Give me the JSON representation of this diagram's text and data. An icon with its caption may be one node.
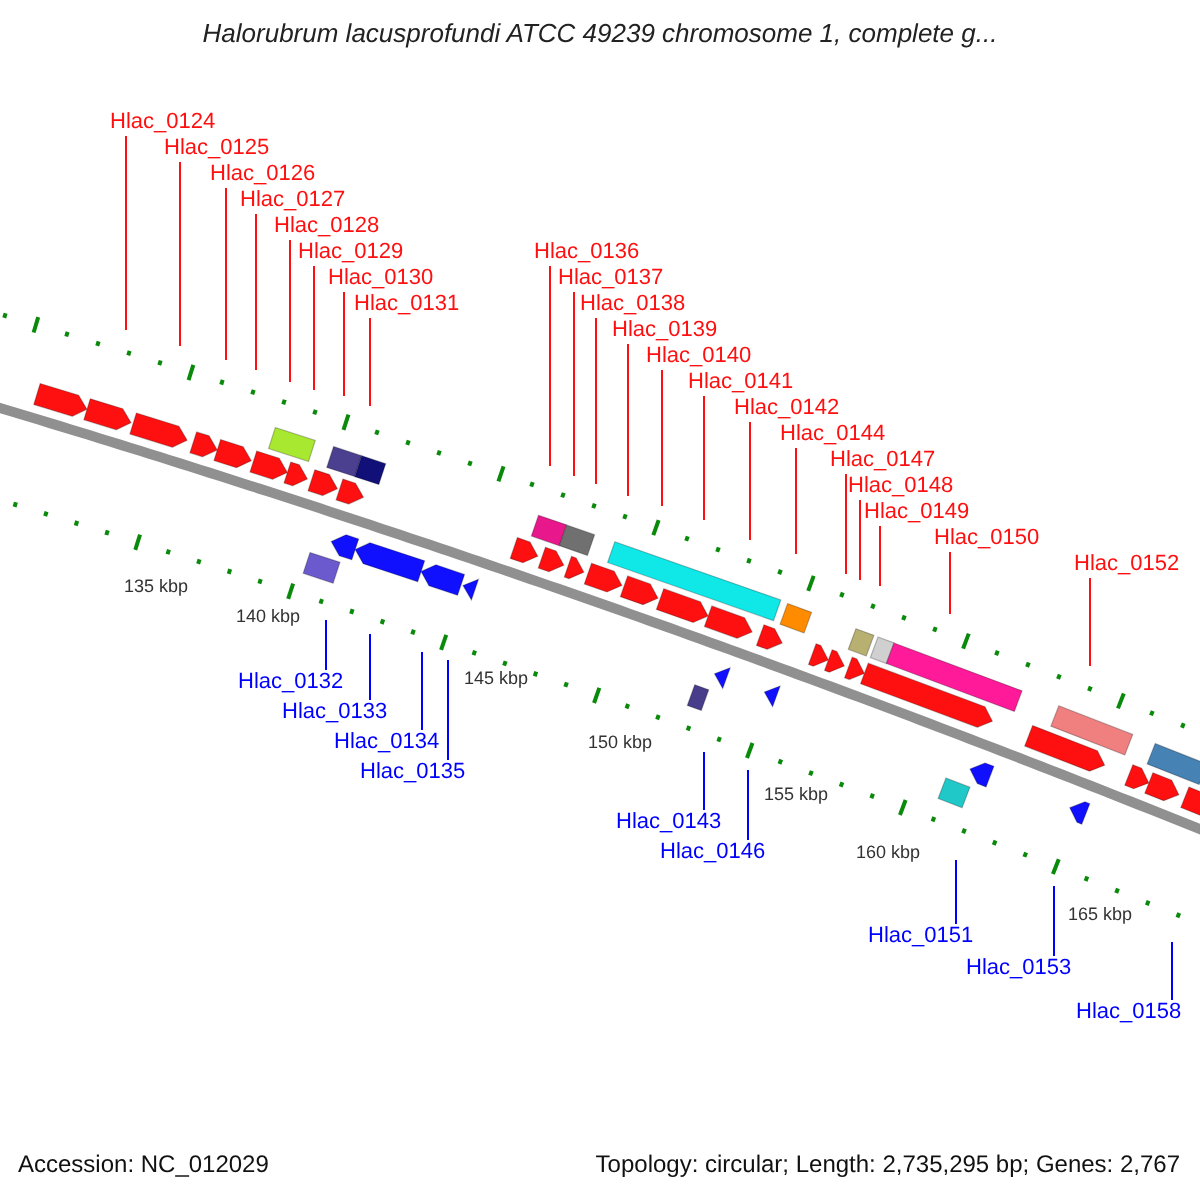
{
  "diagram": {
    "title": "Halorubrum lacusprofundi ATCC 49239 chromosome 1, complete g...",
    "nodes": [
      {
        "text": [
          "Hlac_0124"
        ]
      },
      {
        "text": [
          "Hlac_0125"
        ]
      },
      {
        "text": [
          "Hlac_0126"
        ]
      },
      {
        "text": [
          "Hlac_0127"
        ]
      },
      {
        "text": [
          "Hlac_0128"
        ]
      },
      {
        "text": [
          "Hlac_0129"
        ]
      },
      {
        "text": [
          "Hlac_0130"
        ]
      },
      {
        "text": [
          "Hlac_0131"
        ]
      },
      {
        "text": [
          "Hlac_0132"
        ]
      },
      {
        "text": [
          "Hlac_0133"
        ]
      },
      {
        "text": [
          "Hlac_0134"
        ]
      },
      {
        "text": [
          "Hlac_0135"
        ]
      },
      {
        "text": [
          "Hlac_0136"
        ]
      },
      {
        "text": [
          "Hlac_0137"
        ]
      },
      {
        "text": [
          "Hlac_0138"
        ]
      },
      {
        "text": [
          "Hlac_0139"
        ]
      },
      {
        "text": [
          "Hlac_0140"
        ]
      },
      {
        "text": [
          "Hlac_0141"
        ]
      },
      {
        "text": [
          "Hlac_0142"
        ]
      },
      {
        "text": [
          "Hlac_0143"
        ]
      },
      {
        "text": [
          "Hlac_0144"
        ]
      },
      {
        "text": [
          "Hlac_0146"
        ]
      },
      {
        "text": [
          "Hlac_0147"
        ]
      },
      {
        "text": [
          "Hlac_0148"
        ]
      },
      {
        "text": [
          "Hlac_0149"
        ]
      },
      {
        "text": [
          "Hlac_0150"
        ]
      },
      {
        "text": [
          "Hlac_0151"
        ]
      },
      {
        "text": [
          "Hlac_0152"
        ]
      },
      {
        "text": [
          "Hlac_0153"
        ]
      },
      {
        "text": [
          "Hlac_0158"
        ]
      }
    ],
    "edges": [
      {
        "from": 0,
        "to": null,
        "arrow": "none"
      },
      {
        "from": 1,
        "to": null,
        "arrow": "none"
      },
      {
        "from": 2,
        "to": null,
        "arrow": "none"
      },
      {
        "from": 3,
        "to": null,
        "arrow": "none"
      },
      {
        "from": 4,
        "to": null,
        "arrow": "none"
      },
      {
        "from": 5,
        "to": null,
        "arrow": "none"
      },
      {
        "from": 6,
        "to": null,
        "arrow": "none"
      },
      {
        "from": 7,
        "to": null,
        "arrow": "none"
      },
      {
        "from": 8,
        "to": null,
        "arrow": "none",
        "color": "#0000ff"
      },
      {
        "from": 9,
        "to": null,
        "arrow": "none",
        "color": "#0000ff"
      },
      {
        "from": 10,
        "to": null,
        "arrow": "none",
        "color": "#0000ff"
      },
      {
        "from": 11,
        "to": null,
        "arrow": "none",
        "color": "#0000ff"
      },
      {
        "from": 12,
        "to": null,
        "arrow": "none"
      },
      {
        "from": 13,
        "to": null,
        "arrow": "none"
      },
      {
        "from": 14,
        "to": null,
        "arrow": "none"
      },
      {
        "from": 15,
        "to": null,
        "arrow": "none"
      },
      {
        "from": 16,
        "to": null,
        "arrow": "none"
      },
      {
        "from": 17,
        "to": null,
        "arrow": "none"
      },
      {
        "from": 18,
        "to": null,
        "arrow": "none"
      },
      {
        "from": 19,
        "to": null,
        "arrow": "none",
        "color": "#0000ff"
      },
      {
        "from": 20,
        "to": null,
        "arrow": "none"
      },
      {
        "from": 21,
        "to": null,
        "arrow": "none",
        "color": "#0000ff"
      },
      {
        "from": 22,
        "to": null,
        "arrow": "none"
      },
      {
        "from": 23,
        "to": null,
        "arrow": "none"
      },
      {
        "from": 24,
        "to": null,
        "arrow": "none"
      },
      {
        "from": 25,
        "to": null,
        "arrow": "none"
      },
      {
        "from": 26,
        "to": null,
        "arrow": "none",
        "color": "#0000ff"
      },
      {
        "from": 27,
        "to": null,
        "arrow": "none"
      },
      {
        "from": 28,
        "to": null,
        "arrow": "none",
        "color": "#0000ff"
      },
      {
        "from": 29,
        "to": null,
        "arrow": "none",
        "color": "#0000ff"
      }
    ],
    "labels": [
      "135 kbp",
      "140 kbp",
      "145 kbp",
      "150 kbp",
      "155 kbp",
      "160 kbp",
      "165 kbp",
      "Accession: NC_012029",
      "Topology: circular; Length: 2,735,295 bp; Genes: 2,767"
    ]
  }
}
